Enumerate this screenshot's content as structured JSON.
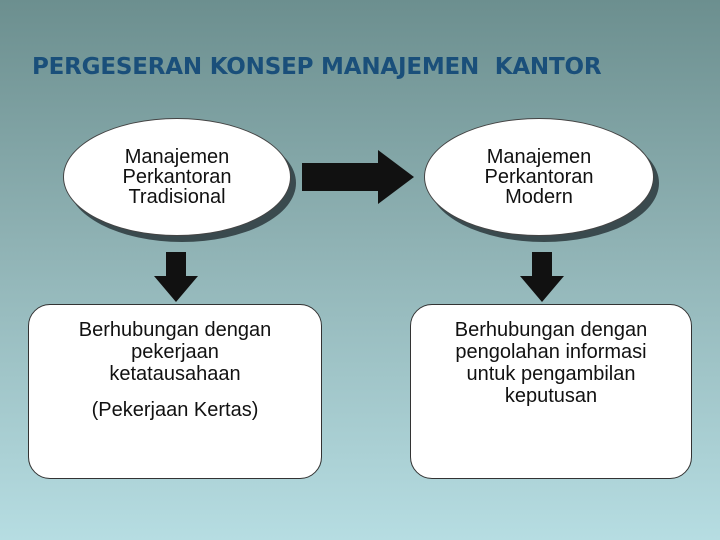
{
  "title": "PERGESERAN KONSEP MANAJEMEN  KANTOR",
  "left_ellipse": {
    "lines": [
      "Manajemen",
      "Perkantoran",
      "Tradisional"
    ]
  },
  "right_ellipse": {
    "lines": [
      "Manajemen",
      "Perkantoran",
      "Modern"
    ]
  },
  "left_box": {
    "lines": [
      "Berhubungan dengan",
      "pekerjaan",
      "ketatausahaan"
    ],
    "note": "(Pekerjaan Kertas)"
  },
  "right_box": {
    "lines": [
      "Berhubungan dengan",
      "pengolahan informasi",
      "untuk pengambilan",
      "keputusan"
    ]
  },
  "colors": {
    "title": "#1a4f7a",
    "arrow": "#111111",
    "box_fill": "#ffffff"
  }
}
